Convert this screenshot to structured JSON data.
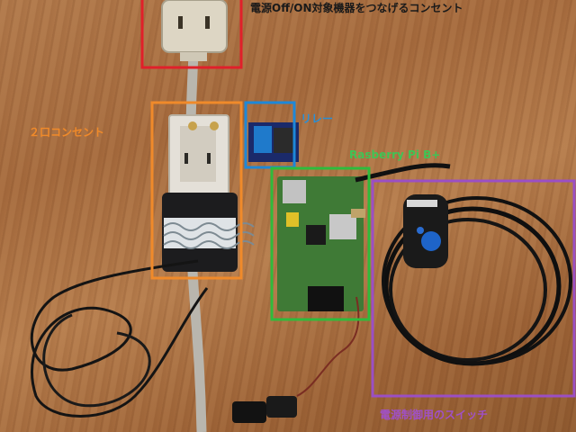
{
  "labels": {
    "outlet_target": "電源Off/ON対象機器をつなげるコンセント",
    "two_outlet": "２口コンセント",
    "relay": "リレー",
    "raspberry": "Rasberry Pi B+",
    "switch": "電源制御用のスイッチ"
  },
  "colors": {
    "red": "#e0202a",
    "orange": "#f08a2a",
    "blue": "#1e88d8",
    "green": "#2fbb3c",
    "purple": "#9b4fc4"
  }
}
